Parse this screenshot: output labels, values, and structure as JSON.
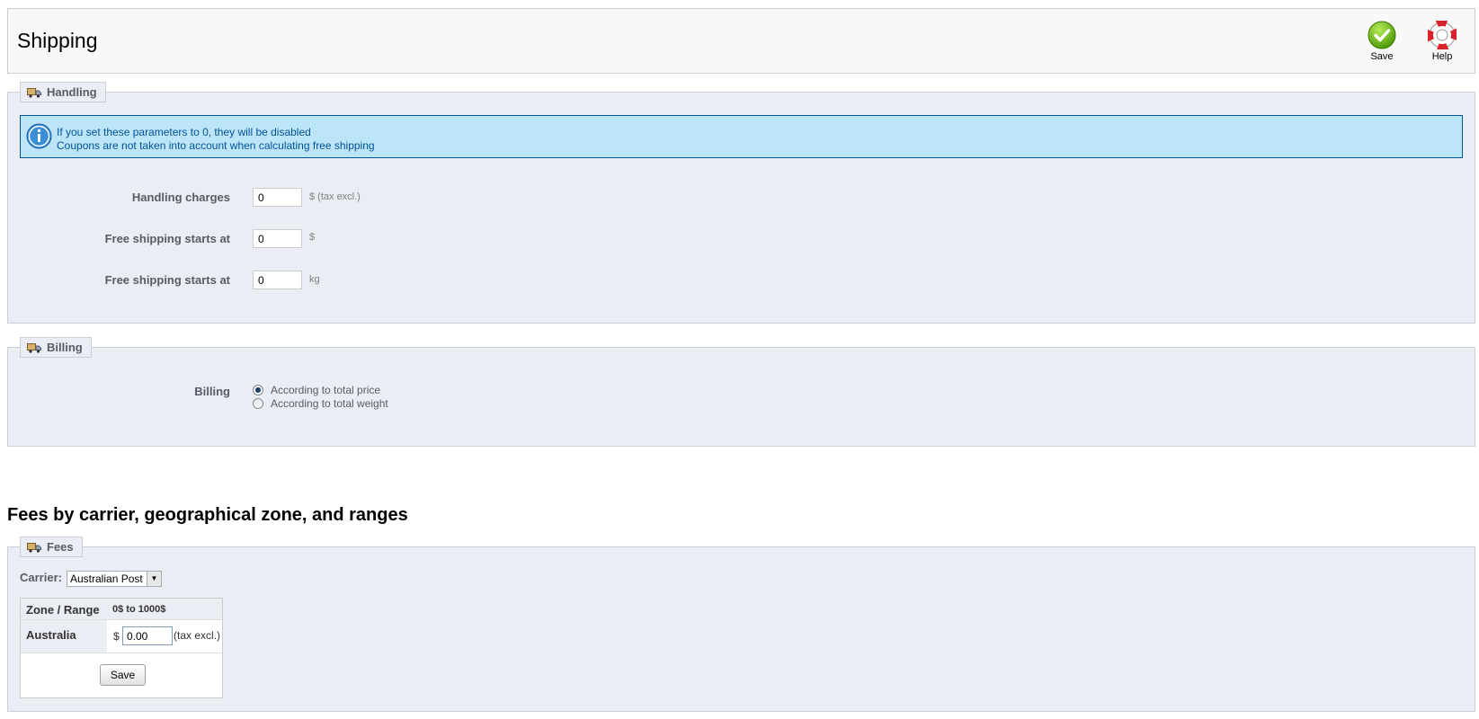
{
  "toolbar": {
    "title": "Shipping",
    "save_label": "Save",
    "help_label": "Help"
  },
  "handling": {
    "legend": "Handling",
    "info_line1": "If you set these parameters to 0, they will be disabled",
    "info_line2": "Coupons are not taken into account when calculating free shipping",
    "rows": [
      {
        "label": "Handling charges",
        "value": "0",
        "unit": "$ (tax excl.)"
      },
      {
        "label": "Free shipping starts at",
        "value": "0",
        "unit": "$"
      },
      {
        "label": "Free shipping starts at",
        "value": "0",
        "unit": "kg"
      }
    ]
  },
  "billing": {
    "legend": "Billing",
    "label": "Billing",
    "options": [
      {
        "label": "According to total price",
        "checked": true
      },
      {
        "label": "According to total weight",
        "checked": false
      }
    ]
  },
  "fees_section": {
    "heading": "Fees by carrier, geographical zone, and ranges"
  },
  "fees": {
    "legend": "Fees",
    "carrier_label": "Carrier:",
    "carrier_value": "Australian Post",
    "table": {
      "header_zone": "Zone / Range",
      "header_range": "0$ to 1000$",
      "rows": [
        {
          "zone": "Australia",
          "currency": "$",
          "value": "0.00",
          "tax": "(tax excl.)"
        }
      ]
    },
    "save_label": "Save"
  },
  "icons": {
    "save": "check-circle-icon",
    "help": "lifebuoy-icon",
    "legend": "truck-icon",
    "info": "info-icon"
  },
  "colors": {
    "panel_bg": "#ebedf4",
    "info_bg": "#bde5f8",
    "info_text": "#00529b",
    "save_green": "#7ec12c",
    "help_red": "#d9232a"
  }
}
